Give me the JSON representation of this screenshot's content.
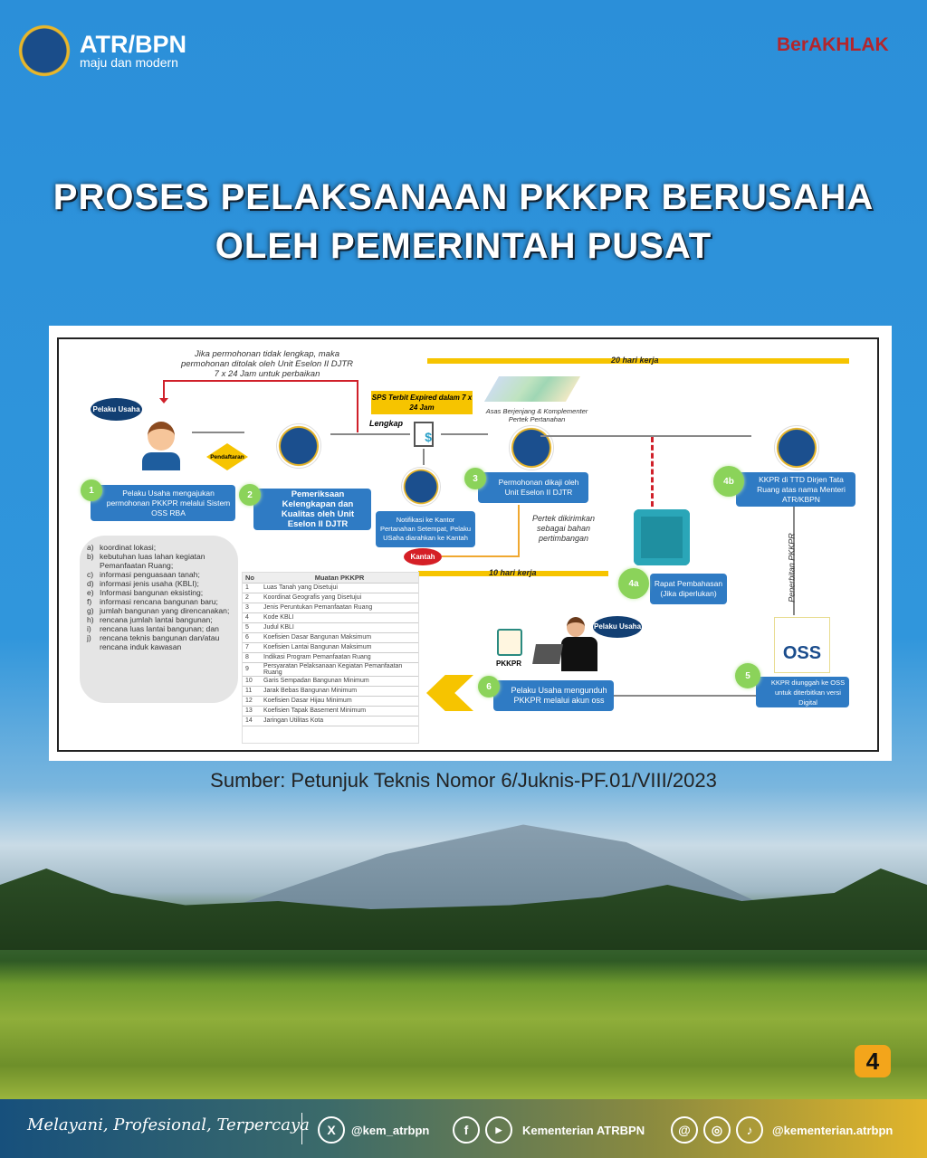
{
  "header": {
    "brand": "ATR/BPN",
    "tagline": "maju dan modern",
    "berakhlak": "BerAKHLAK"
  },
  "title": {
    "line1": "PROSES PELAKSANAAN  PKKPR BERUSAHA",
    "line2": "OLEH PEMERINTAH PUSAT"
  },
  "diagram": {
    "reject_note": [
      "Jika permohonan tidak lengkap, maka",
      "permohonan ditolak oleh Unit Eselon II DJTR",
      "7 x 24 Jam untuk perbaikan"
    ],
    "pelaku_usaha": "Pelaku Usaha",
    "pendaftaran": "Pendaftaran",
    "lengkap": "Lengkap",
    "sps": "SPS Terbit Expired dalam 7 x 24 Jam",
    "asas": "Asas Berjenjang & Komplementer Pertek Pertanahan",
    "duration_20": "20 hari kerja",
    "duration_10": "10 hari kerja",
    "kantah": "Kantah",
    "pertek_note": "Pertek dikirimkan sebagai bahan pertimbangan",
    "penerbitan": "Penerbitan PKKPR",
    "oss": "OSS",
    "pkkpr_doc": "PKKPR",
    "notifikasi": "Notifikasi ke Kantor Pertanahan Setempat, Pelaku USaha diarahkan ke Kantah",
    "steps": [
      {
        "num": "1",
        "text": "Pelaku Usaha mengajukan permohonan PKKPR melalui Sistem OSS RBA"
      },
      {
        "num": "2",
        "text": "Pemeriksaan Kelengkapan dan Kualitas oleh Unit Eselon II DJTR"
      },
      {
        "num": "3",
        "text": "Permohonan dikaji oleh Unit Eselon II DJTR"
      },
      {
        "num": "4a",
        "text": "Rapat Pembahasan (Jika diperlukan)"
      },
      {
        "num": "4b",
        "text": "KKPR di TTD Dirjen Tata Ruang atas nama Menteri ATR/KBPN"
      },
      {
        "num": "5",
        "text": "KKPR diunggah ke OSS untuk diterbitkan versi Digital"
      },
      {
        "num": "6",
        "text": "Pelaku Usaha mengunduh PKKPR melalui akun oss"
      }
    ],
    "requirements": [
      {
        "k": "a)",
        "v": "koordinat lokasi;"
      },
      {
        "k": "b)",
        "v": "kebutuhan luas lahan kegiatan Pemanfaatan Ruang;"
      },
      {
        "k": "c)",
        "v": "informasi penguasaan tanah;"
      },
      {
        "k": "d)",
        "v": "informasi jenis usaha (KBLI);"
      },
      {
        "k": "e)",
        "v": "Informasi bangunan eksisting;"
      },
      {
        "k": "f)",
        "v": "informasi rencana bangunan baru;"
      },
      {
        "k": "g)",
        "v": "jumlah bangunan yang direncanakan;"
      },
      {
        "k": "h)",
        "v": "rencana jumlah lantai bangunan;"
      },
      {
        "k": "i)",
        "v": "rencana luas lantai bangunan; dan"
      },
      {
        "k": "j)",
        "v": "rencana teknis bangunan dan/atau rencana induk kawasan"
      }
    ],
    "table": {
      "headers": [
        "No",
        "Muatan PKKPR"
      ],
      "rows": [
        [
          "1",
          "Luas Tanah yang Disetujui"
        ],
        [
          "2",
          "Koordinat Geografis yang Disetujui"
        ],
        [
          "3",
          "Jenis Peruntukan Pemanfaatan Ruang"
        ],
        [
          "4",
          "Kode KBLI"
        ],
        [
          "5",
          "Judul KBLI"
        ],
        [
          "6",
          "Koefisien Dasar Bangunan Maksimum"
        ],
        [
          "7",
          "Koefisien Lantai Bangunan Maksimum"
        ],
        [
          "8",
          "Indikasi Program Pemanfaatan Ruang"
        ],
        [
          "9",
          "Persyaratan Pelaksanaan Kegiatan Pemanfaatan Ruang"
        ],
        [
          "10",
          "Garis Sempadan Bangunan Minimum"
        ],
        [
          "11",
          "Jarak Bebas Bangunan Minimum"
        ],
        [
          "12",
          "Koefisien Dasar Hijau Minimum"
        ],
        [
          "13",
          "Koefisien Tapak Basement Minimum"
        ],
        [
          "14",
          "Jaringan Utilitas Kota"
        ]
      ]
    }
  },
  "source": "Sumber: Petunjuk Teknis Nomor 6/Juknis-PF.01/VIII/2023",
  "page_number": "4",
  "footer": {
    "slogan": "Melayani, Profesional, Terpercaya",
    "x_handle": "@kem_atrbpn",
    "fb_yt": "Kementerian ATRBPN",
    "ig_handle": "@kementerian.atrbpn"
  }
}
